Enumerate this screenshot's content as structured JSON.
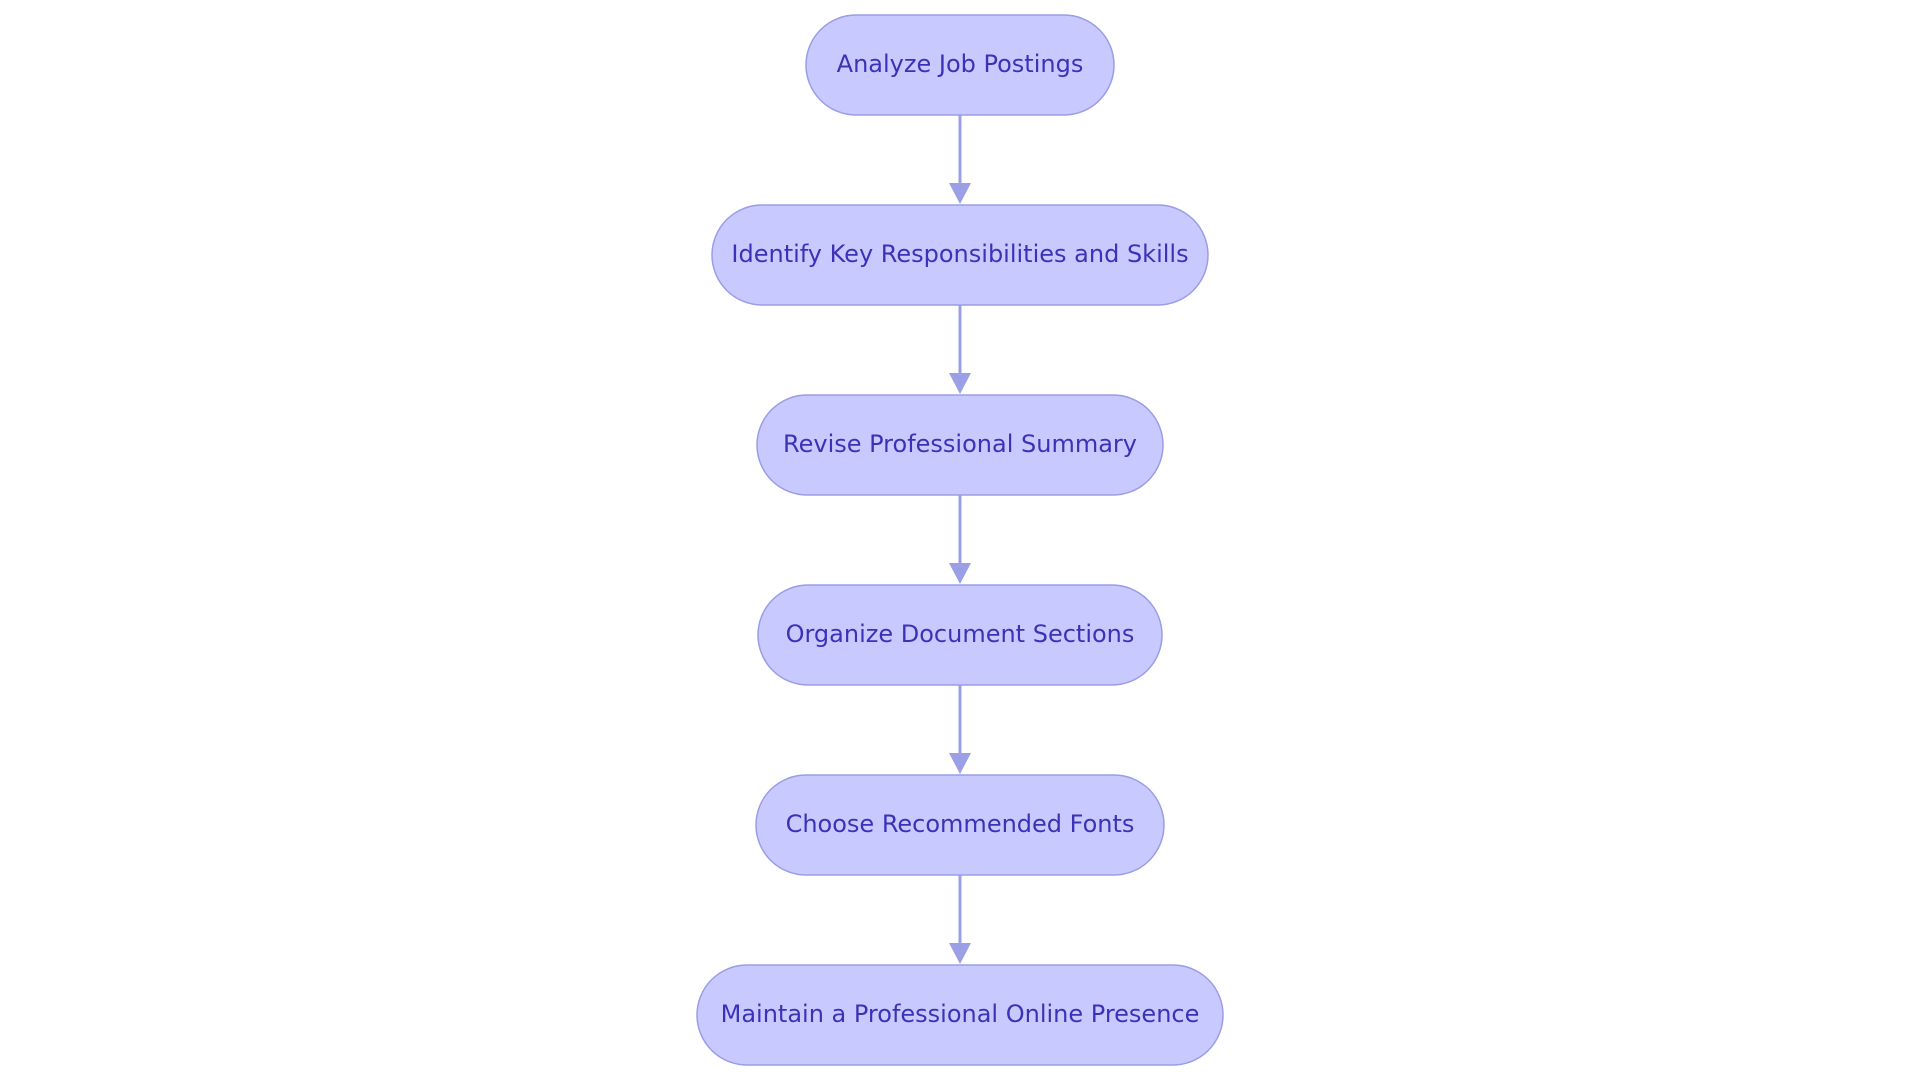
{
  "diagram": {
    "type": "flowchart",
    "direction": "top-to-bottom",
    "colors": {
      "node_fill": "#c8caff",
      "node_border": "#9a9de6",
      "node_text": "#3a33b8",
      "edge": "#9ba0e6",
      "background": "#ffffff"
    },
    "nodes": [
      {
        "id": "n1",
        "label": "Analyze Job Postings"
      },
      {
        "id": "n2",
        "label": "Identify Key Responsibilities and Skills"
      },
      {
        "id": "n3",
        "label": "Revise Professional Summary"
      },
      {
        "id": "n4",
        "label": "Organize Document Sections"
      },
      {
        "id": "n5",
        "label": "Choose Recommended Fonts"
      },
      {
        "id": "n6",
        "label": "Maintain a Professional Online Presence"
      }
    ],
    "edges": [
      {
        "from": "n1",
        "to": "n2"
      },
      {
        "from": "n2",
        "to": "n3"
      },
      {
        "from": "n3",
        "to": "n4"
      },
      {
        "from": "n4",
        "to": "n5"
      },
      {
        "from": "n5",
        "to": "n6"
      }
    ]
  }
}
